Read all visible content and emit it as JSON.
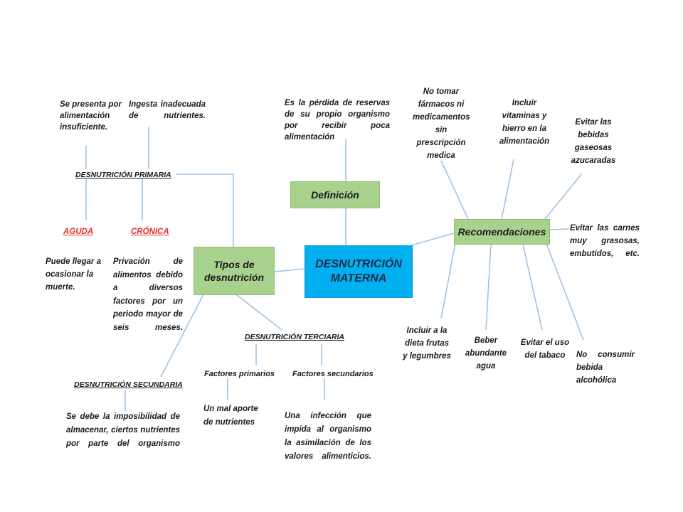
{
  "center": {
    "label": "DESNUTRICIÓN\nMATERNA"
  },
  "definicion": {
    "label": "Definición",
    "text": "Es la pérdida de reservas de su propio organismo por recibir poca alimentación"
  },
  "tipos": {
    "label": "Tipos de\ndesnutrición",
    "primaria": {
      "title": "DESNUTRICIÓN PRIMARIA",
      "cause1": "Se presenta por\nalimentación\ninsuficiente.",
      "cause2": "Ingesta inadecuada de nutrientes.",
      "aguda": "AGUDA",
      "aguda_desc": "Puede llegar a\nocasionar la\nmuerte.",
      "cronica": "CRÓNICA",
      "cronica_desc": "Privación de alimentos debido a diversos factores por un periodo mayor de seis meses."
    },
    "secundaria": {
      "title": "DESNUTRICIÓN SECUNDARIA",
      "desc": "Se debe la imposibilidad de almacenar, ciertos nutrientes por parte del organismo"
    },
    "terciaria": {
      "title": "DESNUTRICIÓN TERCIARIA",
      "primarios": "Factores primarios",
      "primarios_desc": "Un mal aporte\nde nutrientes",
      "secundarios": "Factores secundarios",
      "secundarios_desc": "Una infección que impida al organismo la asimilación de los valores alimenticios."
    }
  },
  "recomendaciones": {
    "label": "Recomendaciones",
    "items": [
      "No tomar\nfármacos ni\nmedicamentos\nsin prescripción\nmedica",
      "Incluir\nvitaminas y\nhierro en la\nalimentación",
      "Evitar las\nbebidas\ngaseosas\nazucaradas",
      "Evitar las carnes muy grasosas, embutidos, etc.",
      "Incluir a la\ndieta frutas\ny legumbres",
      "Beber\nabundante\nagua",
      "Evitar el uso\ndel tabaco",
      "No consumir bebida alcohólica"
    ]
  },
  "colors": {
    "green_box": "#a9d18e",
    "blue_box": "#00b0f0",
    "connector": "#9dc3e6",
    "red_label": "#e0302a"
  }
}
